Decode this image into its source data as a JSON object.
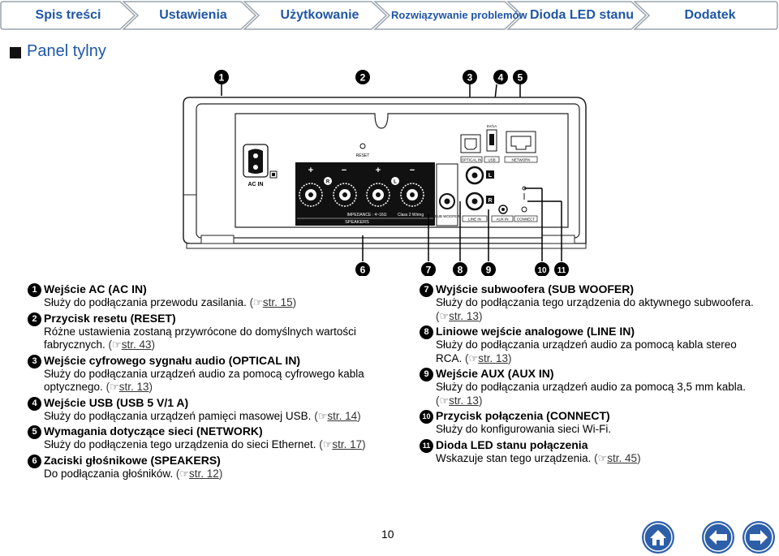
{
  "tabs": [
    "Spis treści",
    "Ustawienia",
    "Użytkowanie",
    "Rozwiązywanie problemów",
    "Dioda LED stanu",
    "Dodatek"
  ],
  "heading": "Panel tylny",
  "device": {
    "labels": {
      "reset": "RESET",
      "ac_in": "AC IN",
      "usb_rating": "5V/1A",
      "optical_in": "OPTICAL IN",
      "usb": "USB",
      "network": "NETWORK",
      "l": "L",
      "r": "R",
      "impedance": "IMPEDANCE : 4~16Ω",
      "class2": "Class 2 Wiring",
      "speakers": "SPEAKERS",
      "sub_woofer": "SUB WOOFER",
      "line_in": "LINE IN",
      "aux_in": "AUX IN",
      "connect": "CONNECT",
      "plus": "+",
      "minus": "−",
      "r_small": "R",
      "l_small": "L"
    },
    "callouts_top": [
      "❶",
      "❷",
      "❸",
      "❹",
      "❺"
    ],
    "callouts_bottom": [
      "❻",
      "❼",
      "❽",
      "❾",
      "❿",
      "⓫"
    ]
  },
  "items_left": [
    {
      "num": "1",
      "title": "Wejście AC (AC IN)",
      "desc": "Służy do podłączania przewodu zasilania.",
      "ref": "str. 15"
    },
    {
      "num": "2",
      "title": "Przycisk resetu (RESET)",
      "desc": "Różne ustawienia zostaną przywrócone do domyślnych wartości fabrycznych.",
      "ref": "str. 43"
    },
    {
      "num": "3",
      "title": "Wejście cyfrowego sygnału audio (OPTICAL IN)",
      "desc": "Służy do podłączania urządzeń audio za pomocą cyfrowego kabla optycznego.",
      "ref": "str. 13"
    },
    {
      "num": "4",
      "title": "Wejście USB (USB 5 V/1 A)",
      "desc": "Służy do podłączania urządzeń pamięci masowej USB.",
      "ref": "str. 14"
    },
    {
      "num": "5",
      "title": "Wymagania dotyczące sieci (NETWORK)",
      "desc": "Służy do podłączenia tego urządzenia do sieci Ethernet.",
      "ref": "str. 17"
    },
    {
      "num": "6",
      "title": "Zaciski głośnikowe (SPEAKERS)",
      "desc": "Do podłączania głośników.",
      "ref": "str. 12"
    }
  ],
  "items_right": [
    {
      "num": "7",
      "title": "Wyjście subwoofera (SUB WOOFER)",
      "desc": "Służy do podłączania tego urządzenia do aktywnego subwoofera.",
      "ref": "str. 13"
    },
    {
      "num": "8",
      "title": "Liniowe wejście analogowe (LINE IN)",
      "desc": "Służy do podłączania urządzeń audio za pomocą kabla stereo RCA.",
      "ref": "str. 13"
    },
    {
      "num": "9",
      "title": "Wejście AUX (AUX IN)",
      "desc": "Służy do podłączania urządzeń audio za pomocą 3,5 mm kabla.",
      "ref": "str. 13"
    },
    {
      "num": "10",
      "title": "Przycisk połączenia (CONNECT)",
      "desc": "Służy do konfigurowania sieci Wi-Fi.",
      "ref": ""
    },
    {
      "num": "11",
      "title": "Dioda LED stanu połączenia",
      "desc": "Wskazuje stan tego urządzenia.",
      "ref": "str. 45"
    }
  ],
  "ref_open": "(",
  "ref_close": ")",
  "hand_glyph": "☞",
  "page_number": "10",
  "nav": {
    "home": "home-icon",
    "back": "arrow-left-icon",
    "forward": "arrow-right-icon"
  },
  "colors": {
    "accent": "#1f56a7",
    "tab_border": "#9aa3ad",
    "nav_blue": "#2d5fa9"
  }
}
